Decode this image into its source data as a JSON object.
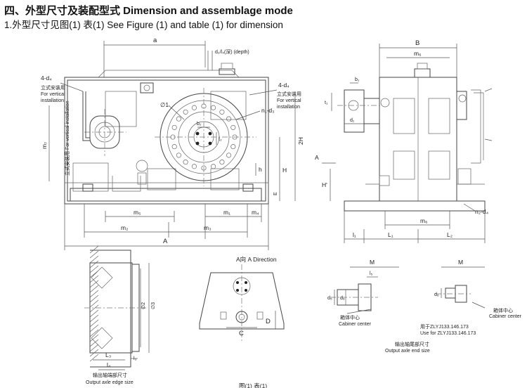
{
  "header": {
    "line1": "四、外型尺寸及装配型式  Dimension and assemblage mode",
    "line2": "1.外型尺寸见图(1) 表(1)  See Figure (1) and table (1) for dimension"
  },
  "front_view": {
    "a": "a",
    "d2_l4": "d₂/l₄(深) (depth)",
    "four_d4_left": "4-d₄",
    "vertical_note_cn": "立式安装用",
    "vertical_note_en1": "For vertical",
    "vertical_note_en2": "installation",
    "four_d4_right": "4-d₄",
    "m7": "m₇",
    "side_note": "立式安装用 For vertical installation",
    "phi1": "∅1",
    "b2": "b₂",
    "t2": "t₂",
    "n1_d3": "n₁-d₃",
    "two_h": "2H",
    "h_big": "H",
    "h_small": "h",
    "e": "E",
    "m5": "m₅",
    "m1": "m₁",
    "m4": "m₄",
    "m2": "m₂",
    "m3": "m₃",
    "a_big": "A"
  },
  "side_view": {
    "b_big": "B",
    "m6_top": "m₆",
    "b1": "b₁",
    "t1": "t₁",
    "d1": "d₁",
    "a_arrow": "A",
    "h_prime": "H'",
    "n2_d4": "n₂-d₄",
    "m6_bottom": "m₆",
    "l1": "l₁",
    "big_l1": "L₁",
    "big_l2": "L₂"
  },
  "shaft_edge": {
    "phi2": "∅2",
    "phi3": "∅3",
    "l3": "L₃",
    "l4": "l₄",
    "l3_small": "l₃",
    "caption_cn": "输出轴端部尺寸",
    "caption_en": "Output axle edge size"
  },
  "a_direction": {
    "label": "A向 A Direction",
    "c": "C",
    "d": "D"
  },
  "end_left": {
    "m": "M",
    "l5": "l₅",
    "d5": "d₅",
    "d6": "d₆",
    "center_cn": "箱体中心",
    "center_en": "Cabiner center"
  },
  "end_right": {
    "m": "M",
    "d6": "d₆",
    "use_cn": "用于ZLYJ133.146.173",
    "use_en": "Use for ZLYJ133.146.173",
    "center_cn": "箱体中心",
    "center_en": "Cabiner center"
  },
  "end_caption": {
    "cn": "输出轴尾部尺寸",
    "en": "Output axle end  size"
  },
  "footer": {
    "partial": "图(1) 表(1)"
  }
}
